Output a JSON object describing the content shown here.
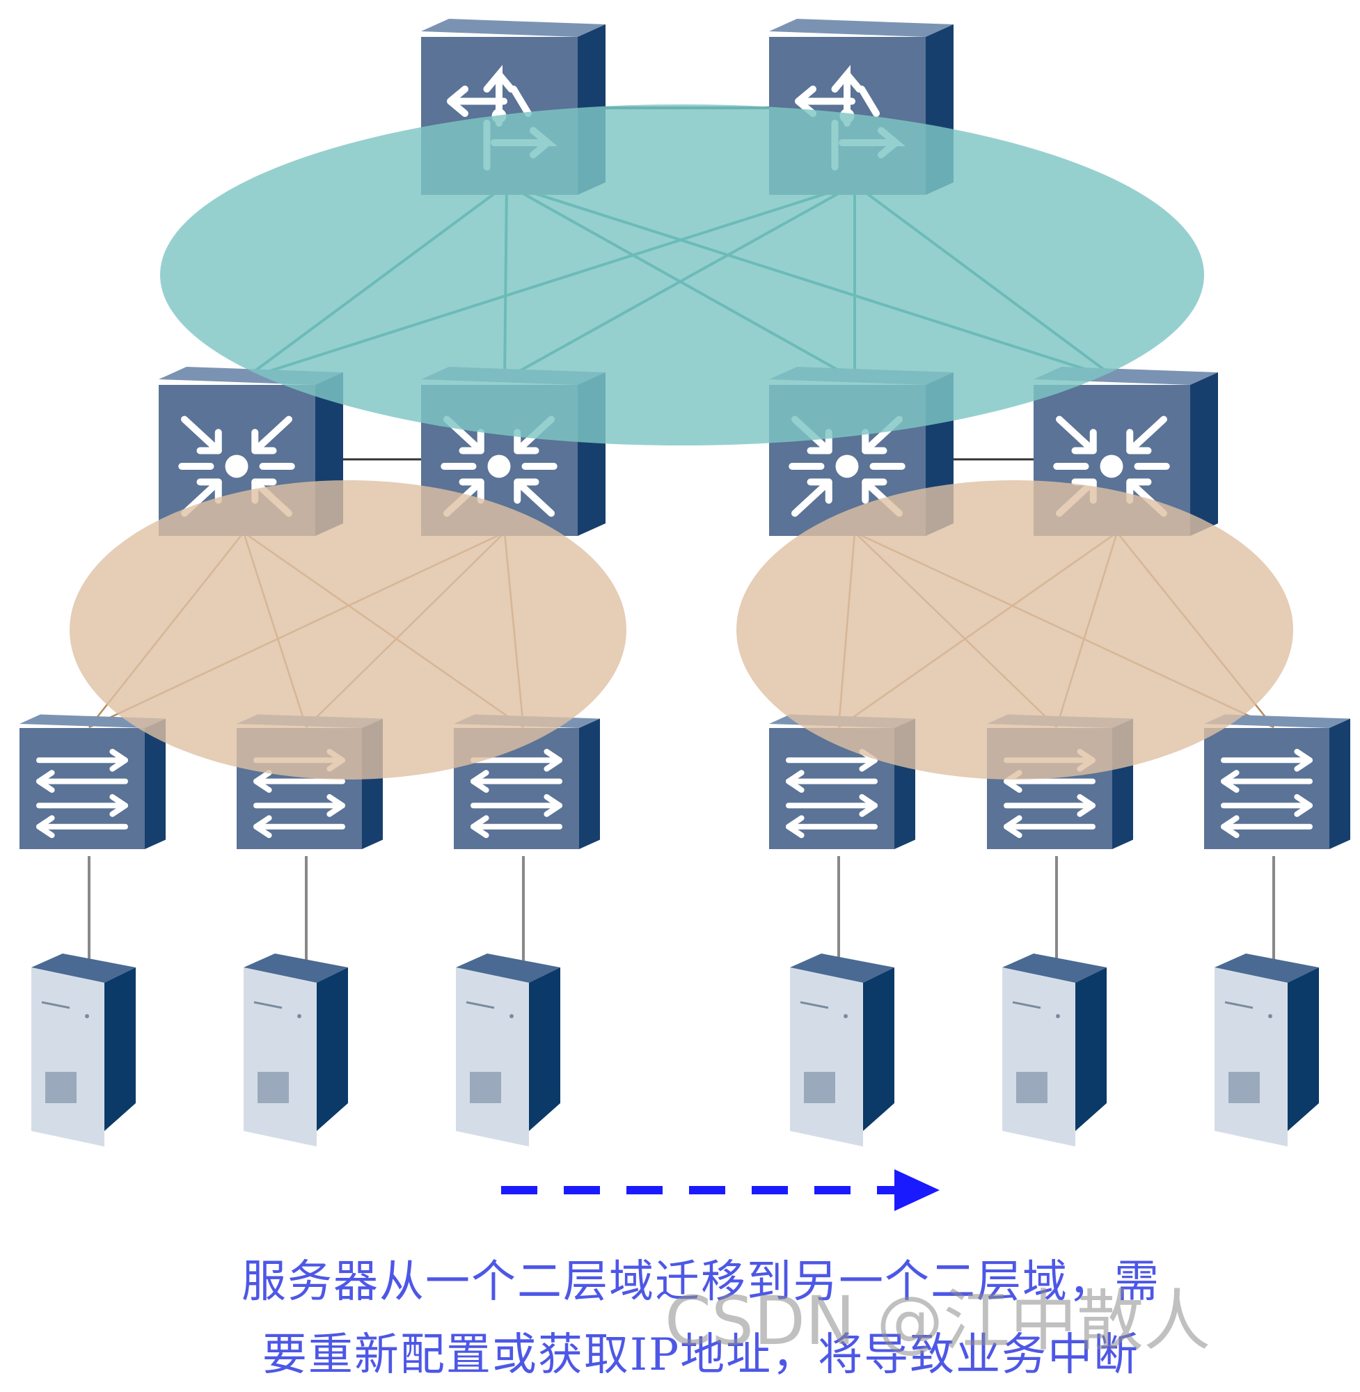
{
  "caption": {
    "line1": "服务器从一个二层域迁移到另一个二层域，需",
    "line2": "要重新配置或获取IP地址，将导致业务中断"
  },
  "watermark": "CSDN @江中散人",
  "colors": {
    "core_domain": "#7ec6c4",
    "l2_domain": "#dfc1a4",
    "device_front": "#5a7396",
    "device_side": "#173f6d",
    "core_link": "#1f8a80",
    "l2_link": "#b78a5c",
    "access_link": "#888888",
    "arrow": "#1a1aff"
  },
  "diagram": {
    "core_switches": [
      {
        "id": "core-1",
        "icon": "router-arrows-icon"
      },
      {
        "id": "core-2",
        "icon": "router-arrows-icon"
      }
    ],
    "aggregation_switches": [
      {
        "id": "agg-1",
        "icon": "converge-arrows-icon"
      },
      {
        "id": "agg-2",
        "icon": "converge-arrows-icon"
      },
      {
        "id": "agg-3",
        "icon": "converge-arrows-icon"
      },
      {
        "id": "agg-4",
        "icon": "converge-arrows-icon"
      }
    ],
    "access_switches": [
      {
        "id": "acc-1",
        "icon": "switch-arrows-icon"
      },
      {
        "id": "acc-2",
        "icon": "switch-arrows-icon"
      },
      {
        "id": "acc-3",
        "icon": "switch-arrows-icon"
      },
      {
        "id": "acc-4",
        "icon": "switch-arrows-icon"
      },
      {
        "id": "acc-5",
        "icon": "switch-arrows-icon"
      },
      {
        "id": "acc-6",
        "icon": "switch-arrows-icon"
      }
    ],
    "servers": [
      {
        "id": "srv-1",
        "icon": "server-icon"
      },
      {
        "id": "srv-2",
        "icon": "server-icon"
      },
      {
        "id": "srv-3",
        "icon": "server-icon"
      },
      {
        "id": "srv-4",
        "icon": "server-icon"
      },
      {
        "id": "srv-5",
        "icon": "server-icon"
      },
      {
        "id": "srv-6",
        "icon": "server-icon"
      }
    ],
    "migration_arrow": {
      "icon": "dashed-right-arrow-icon",
      "style": "dashed"
    }
  }
}
